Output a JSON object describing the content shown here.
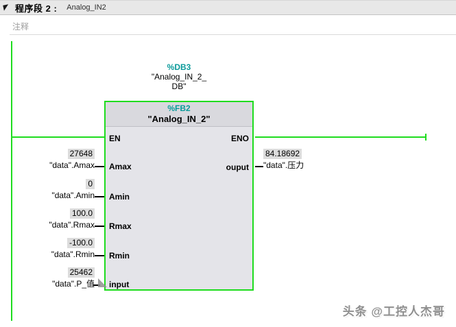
{
  "network": {
    "title_label": "程序段 2 :",
    "title_name": "Analog_IN2",
    "comment_placeholder": "注释"
  },
  "db_callout": {
    "address": "%DB3",
    "name_line1": "\"Analog_IN_2_",
    "name_line2": "DB\""
  },
  "block": {
    "address": "%FB2",
    "name": "\"Analog_IN_2\"",
    "en_label": "EN",
    "eno_label": "ENO"
  },
  "inputs": [
    {
      "pin": "Amax",
      "value": "27648",
      "operand": "\"data\".Amax"
    },
    {
      "pin": "Amin",
      "value": "0",
      "operand": "\"data\".Amin"
    },
    {
      "pin": "Rmax",
      "value": "100.0",
      "operand": "\"data\".Rmax"
    },
    {
      "pin": "Rmin",
      "value": "-100.0",
      "operand": "\"data\".Rmin"
    },
    {
      "pin": "input",
      "value": "25462",
      "operand": "\"data\".P_值"
    }
  ],
  "output": {
    "pin": "ouput",
    "value": "84.18692",
    "operand": "\"data\".压力"
  },
  "watermark": "头条 @工控人杰哥",
  "colors": {
    "selection_green": "#1edc1e",
    "address_teal": "#0a9a9a",
    "block_body": "#e4e4e9",
    "block_header": "#d9d9de",
    "value_highlight": "#dcdcdc",
    "titlebar_bg": "#e8e8e8"
  }
}
